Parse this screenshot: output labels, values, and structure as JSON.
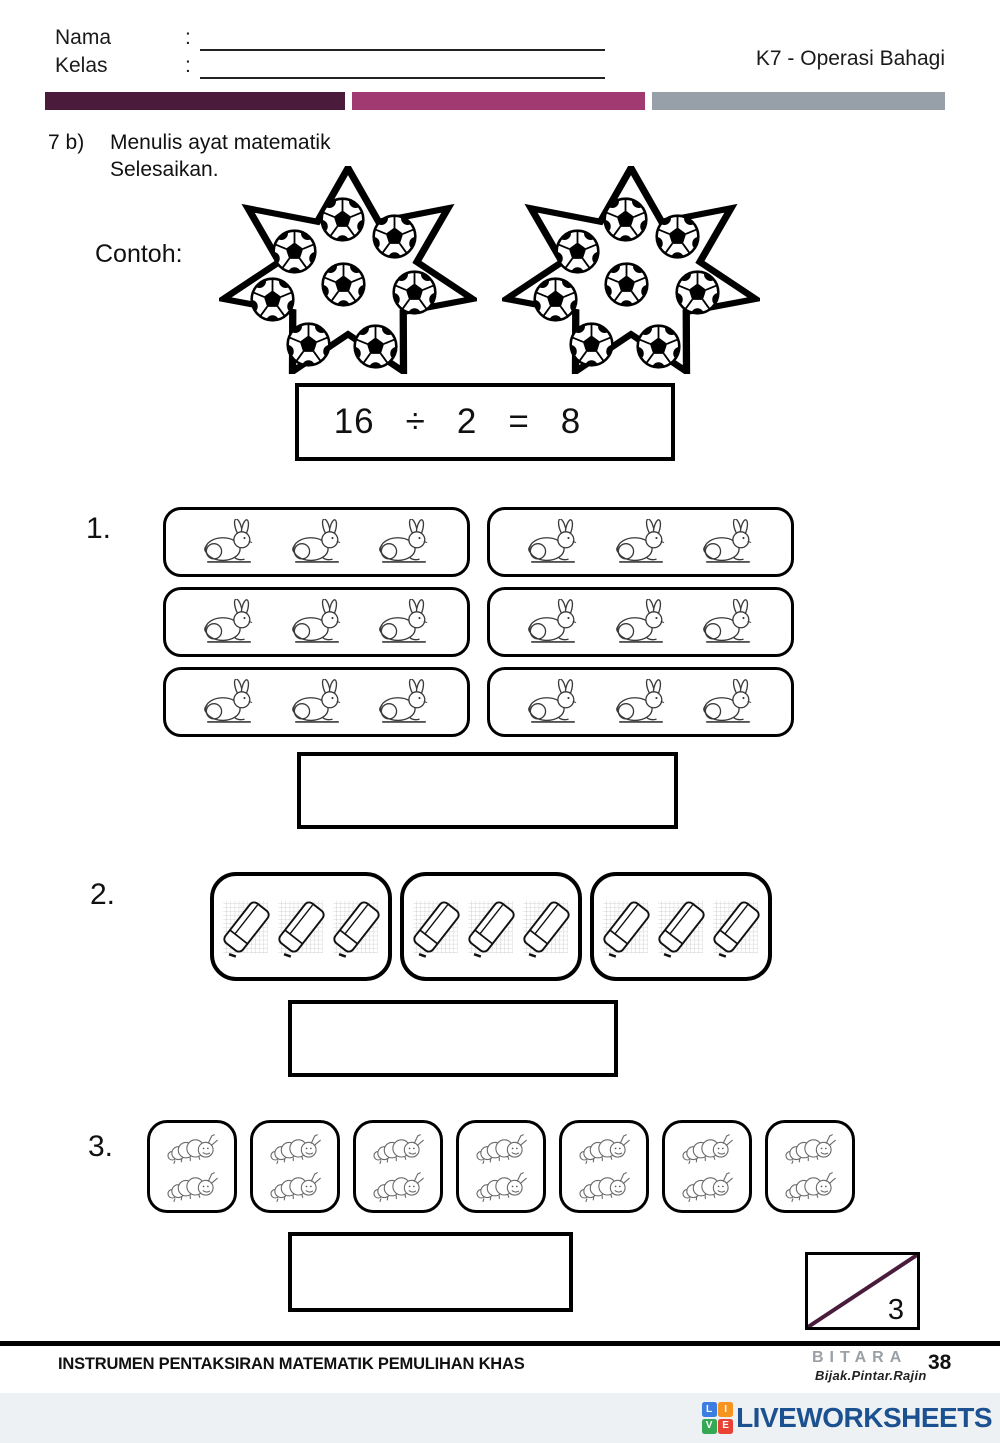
{
  "header": {
    "name_label": "Nama",
    "class_label": "Kelas",
    "colon": ":",
    "right_title": "K7 - Operasi Bahagi",
    "bar_colors": [
      "#4a1b3a",
      "#a23a72",
      "#97a0a8"
    ]
  },
  "task": {
    "number": "7 b)",
    "line1": "Menulis ayat matematik",
    "line2": "Selesaikan."
  },
  "example": {
    "label": "Contoh:",
    "item": "soccer-ball",
    "group_count": 2,
    "items_per_group": 8,
    "equation": {
      "dividend": "16",
      "op": "÷",
      "divisor": "2",
      "equals": "=",
      "quotient": "8"
    }
  },
  "questions": [
    {
      "number": "1.",
      "item": "rabbit",
      "group_count": 6,
      "items_per_group": 3,
      "answer": ""
    },
    {
      "number": "2.",
      "item": "eraser",
      "group_count": 3,
      "items_per_group": 3,
      "answer": ""
    },
    {
      "number": "3.",
      "item": "caterpillar",
      "group_count": 7,
      "items_per_group": 2,
      "answer": ""
    }
  ],
  "score_box": {
    "value": "3",
    "line_color": "#4a1c3c"
  },
  "footer": {
    "left_text": "INSTRUMEN PENTAKSIRAN MATEMATIK PEMULIHAN KHAS",
    "brand": "BITARA",
    "brand_sub": "Bijak.Pintar.Rajin",
    "page_number": "38"
  },
  "logo": {
    "text": "LIVEWORKSHEETS",
    "text_color": "#1b5190",
    "tiles": [
      {
        "letter": "L",
        "color": "#3b7de0"
      },
      {
        "letter": "I",
        "color": "#f79420"
      },
      {
        "letter": "V",
        "color": "#34a853"
      },
      {
        "letter": "E",
        "color": "#ea4335"
      }
    ]
  }
}
